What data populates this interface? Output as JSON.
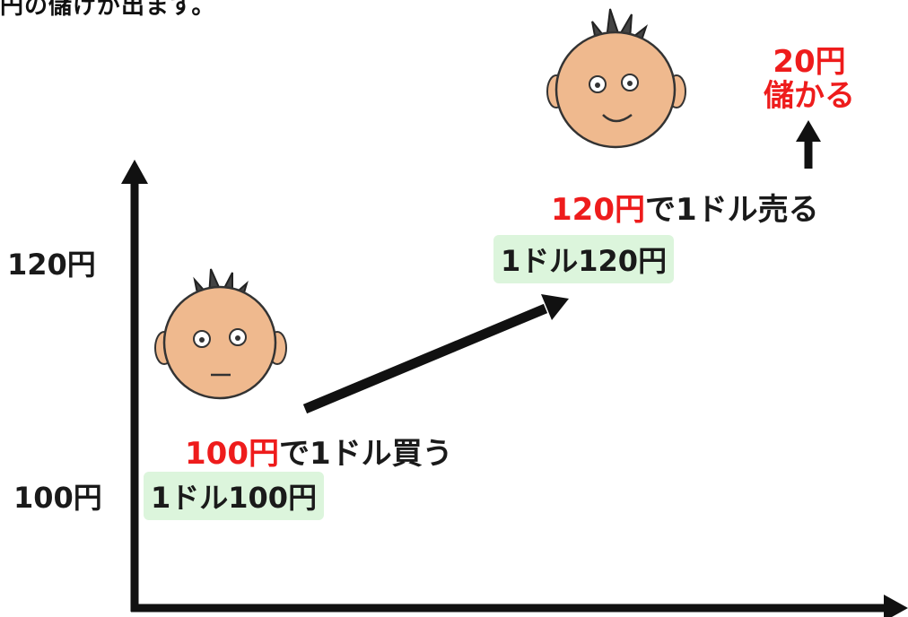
{
  "caption": "円の儲けが出ます。",
  "axis": {
    "y_high": "120円",
    "y_low": "100円"
  },
  "buy": {
    "rate_label": "1ドル100円",
    "price": "100円",
    "action": "で1ドル買う"
  },
  "sell": {
    "rate_label": "1ドル120円",
    "price": "120円",
    "action": "で1ドル売る"
  },
  "profit": {
    "line1": "20円",
    "line2": "儲かる"
  },
  "colors": {
    "accent_red": "#ee1c1c",
    "rate_bg": "#dcf5dc",
    "face_skin": "#efb98e",
    "ink": "#111111"
  }
}
